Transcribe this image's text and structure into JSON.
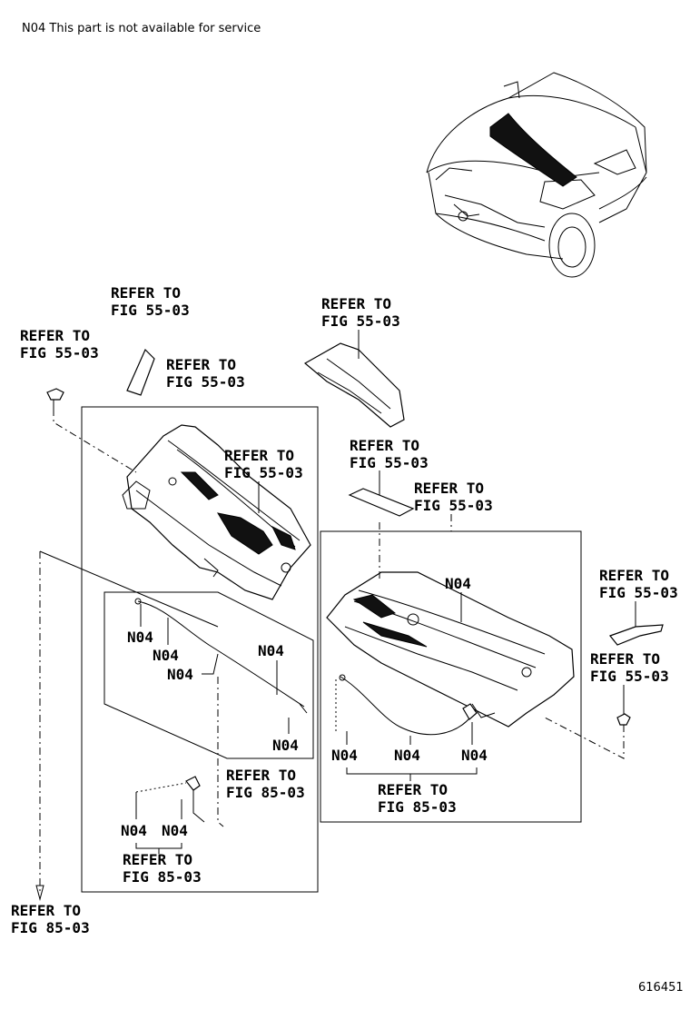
{
  "header": {
    "note": "N04 This part is not available for service"
  },
  "figure_number": "616451",
  "labels": {
    "refer_55_a_1": "REFER TO",
    "refer_55_a_2": "FIG 55-03",
    "refer_55_b_1": "REFER TO",
    "refer_55_b_2": "FIG 55-03",
    "refer_55_c_1": "REFER TO",
    "refer_55_c_2": "FIG 55-03",
    "refer_55_d_1": "REFER TO",
    "refer_55_d_2": "FIG 55-03",
    "refer_55_e_1": "REFER TO",
    "refer_55_e_2": "FIG 55-03",
    "refer_55_f_1": "REFER TO",
    "refer_55_f_2": "FIG 55-03",
    "refer_55_g_1": "REFER TO",
    "refer_55_g_2": "FIG 55-03",
    "refer_55_h_1": "REFER TO",
    "refer_55_h_2": "FIG 55-03",
    "refer_55_i_1": "REFER TO",
    "refer_55_i_2": "FIG 55-03",
    "refer_85_a_1": "REFER TO",
    "refer_85_a_2": "FIG 85-03",
    "refer_85_b_1": "REFER TO",
    "refer_85_b_2": "FIG 85-03",
    "refer_85_c_1": "REFER TO",
    "refer_85_c_2": "FIG 85-03",
    "refer_85_d_1": "REFER TO",
    "refer_85_d_2": "FIG 85-03"
  },
  "n04": {
    "code": "N04"
  }
}
